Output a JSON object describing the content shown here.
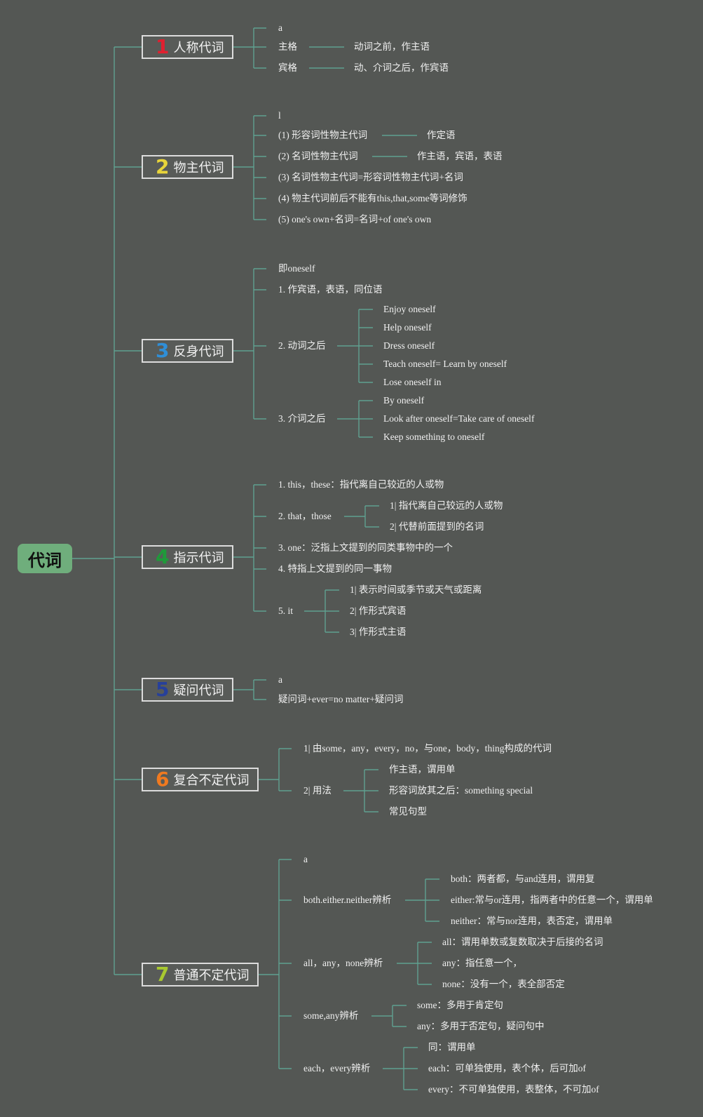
{
  "root": {
    "label": "代词"
  },
  "branches": [
    {
      "num": "1",
      "num_color": "#e02030",
      "title": "人称代词",
      "items": [
        {
          "text": "a"
        },
        {
          "text": "主格",
          "note": "动词之前，作主语"
        },
        {
          "text": "宾格",
          "note": "动、介词之后，作宾语"
        }
      ]
    },
    {
      "num": "2",
      "num_color": "#e8d43a",
      "title": "物主代词",
      "items": [
        {
          "text": "l"
        },
        {
          "text": "(1) 形容词性物主代词",
          "note": "作定语"
        },
        {
          "text": "(2) 名词性物主代词",
          "note": "作主语，宾语，表语"
        },
        {
          "text": "(3) 名词性物主代词=形容词性物主代词+名词"
        },
        {
          "text": "(4) 物主代词前后不能有this,that,some等词修饰"
        },
        {
          "text": "(5) one's own+名词=名词+of one's own"
        }
      ]
    },
    {
      "num": "3",
      "num_color": "#2f8fd8",
      "title": "反身代词",
      "items": [
        {
          "text": "即oneself"
        },
        {
          "text": "1. 作宾语，表语，同位语"
        },
        {
          "text": "2. 动词之后",
          "children": [
            "Enjoy oneself",
            "Help oneself",
            "Dress oneself",
            "Teach oneself= Learn by oneself",
            "Lose oneself in"
          ]
        },
        {
          "text": "3. 介词之后",
          "children": [
            "By oneself",
            "Look after oneself=Take care of oneself",
            "Keep something to oneself"
          ]
        }
      ]
    },
    {
      "num": "4",
      "num_color": "#1f9a3a",
      "title": "指示代词",
      "items": [
        {
          "text": "1. this，these：指代离自己较近的人或物"
        },
        {
          "text": "2. that，those",
          "children": [
            "1| 指代离自己较远的人或物",
            "2| 代替前面提到的名词"
          ]
        },
        {
          "text": "3. one：泛指上文提到的同类事物中的一个"
        },
        {
          "text": "4. 特指上文提到的同一事物"
        },
        {
          "text": "5. it",
          "children": [
            "1| 表示时间或季节或天气或距离",
            "2| 作形式宾语",
            "3| 作形式主语"
          ]
        }
      ]
    },
    {
      "num": "5",
      "num_color": "#27409a",
      "title": "疑问代词",
      "items": [
        {
          "text": "a"
        },
        {
          "text": "疑问词+ever=no matter+疑问词"
        }
      ]
    },
    {
      "num": "6",
      "num_color": "#f07a20",
      "title": "复合不定代词",
      "items": [
        {
          "text": "1| 由some，any，every，no，与one，body，thing构成的代词"
        },
        {
          "text": "2| 用法",
          "children": [
            "作主语，谓用单",
            "形容词放其之后：something special",
            "常见句型"
          ]
        }
      ]
    },
    {
      "num": "7",
      "num_color": "#a8c830",
      "title": "普通不定代词",
      "items": [
        {
          "text": "a"
        },
        {
          "text": "both.either.neither辨析",
          "children": [
            "both：两者都，与and连用，谓用复",
            "either:常与or连用，指两者中的任意一个，谓用单",
            "neither：常与nor连用，表否定，谓用单"
          ]
        },
        {
          "text": "all，any，none辨析",
          "children": [
            "all：谓用单数或复数取决于后接的名词",
            "any：指任意一个，",
            "none：没有一个，表全部否定"
          ]
        },
        {
          "text": "some,any辨析",
          "children": [
            "some：多用于肯定句",
            "any：多用于否定句，疑问句中"
          ]
        },
        {
          "text": "each，every辨析",
          "children": [
            "同：谓用单",
            "each：可单独使用，表个体，后可加of",
            "every：不可单独使用，表整体，不可加of"
          ]
        }
      ]
    }
  ]
}
